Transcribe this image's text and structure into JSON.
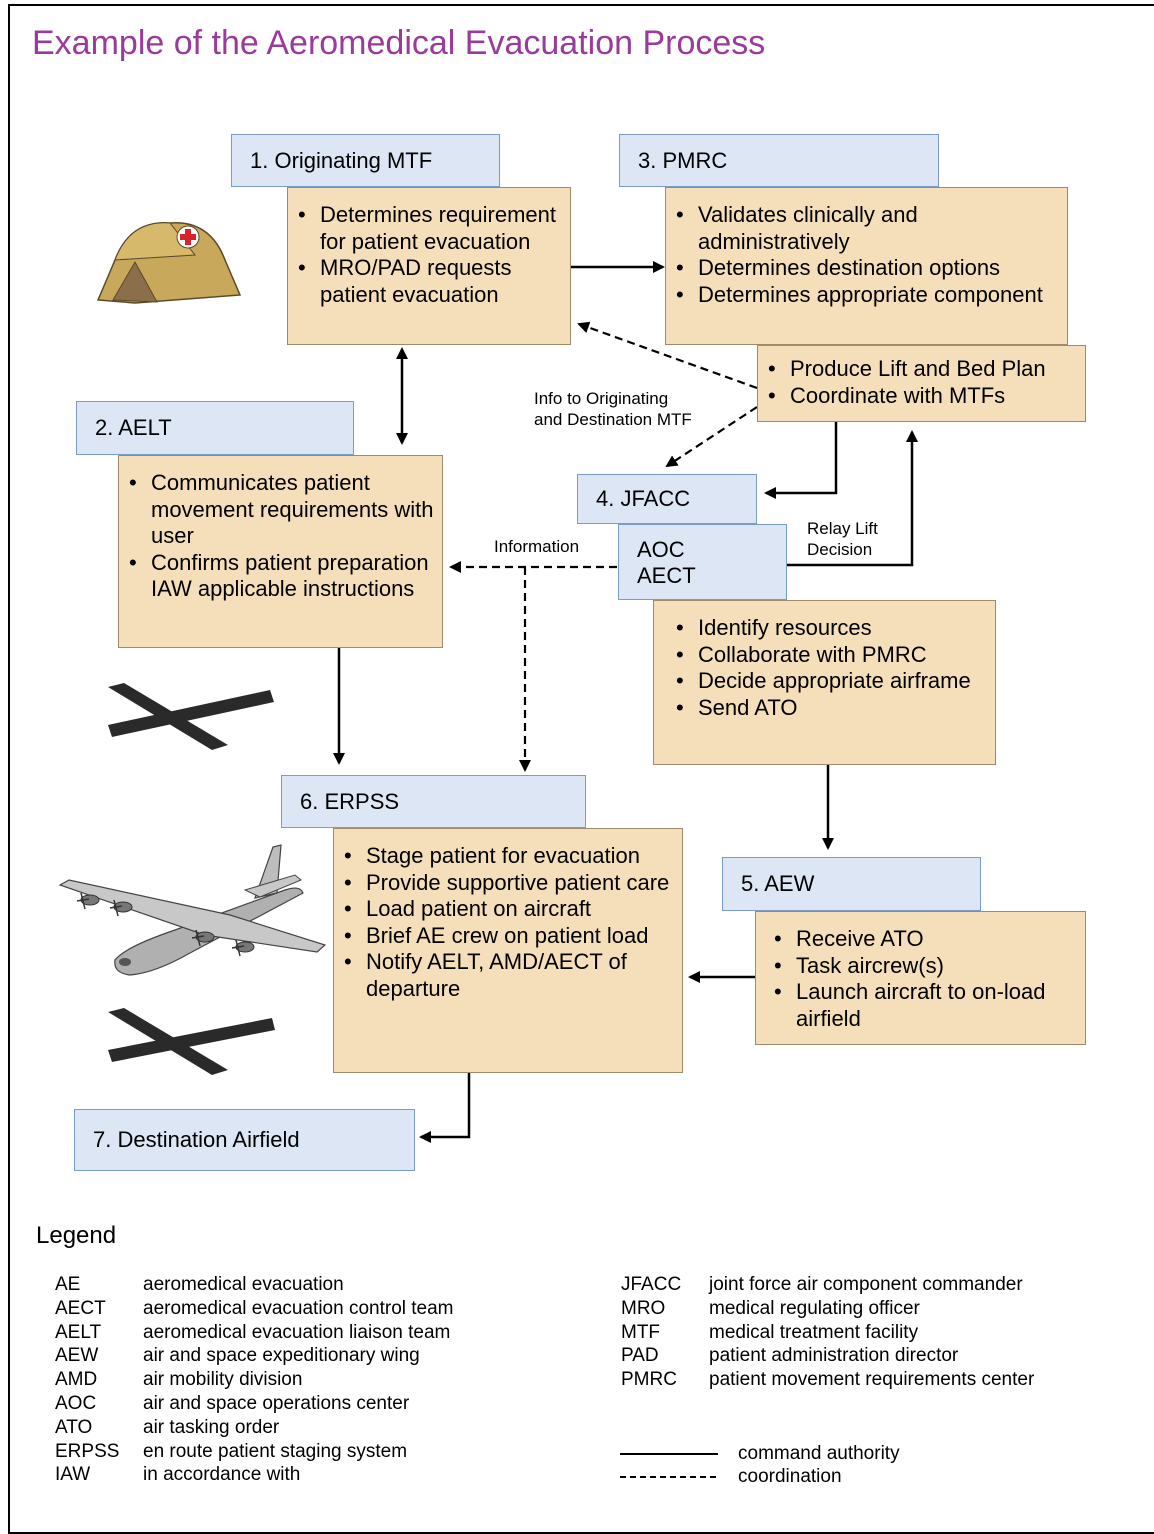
{
  "title": "Example of the Aeromedical Evacuation Process",
  "nodes": {
    "mtf": {
      "label": "1.  Originating MTF",
      "bullets": [
        "Determines requirement for patient evacuation",
        "MRO/PAD requests patient evacuation"
      ]
    },
    "aelt": {
      "label": "2.  AELT",
      "bullets": [
        "Communicates patient movement requirements with user",
        "Confirms patient preparation IAW applicable instructions"
      ]
    },
    "pmrc": {
      "label": "3.  PMRC",
      "bullets": [
        "Validates clinically and administratively",
        "Determines destination options",
        "Determines appropriate component"
      ],
      "plan_bullets": [
        "Produce Lift and Bed Plan",
        "Coordinate with MTFs"
      ]
    },
    "jfacc": {
      "label": "4.  JFACC",
      "sub_line1": "AOC",
      "sub_line2": "AECT",
      "bullets": [
        "Identify resources",
        "Collaborate with PMRC",
        "Decide appropriate airframe",
        "Send ATO"
      ]
    },
    "aew": {
      "label": "5.  AEW",
      "bullets": [
        "Receive ATO",
        "Task aircrew(s)",
        "Launch aircraft to on-load airfield"
      ]
    },
    "erpss": {
      "label": "6.  ERPSS",
      "bullets": [
        "Stage patient for evacuation",
        "Provide supportive patient care",
        "Load patient on aircraft",
        "Brief AE crew on patient load",
        "Notify AELT, AMD/AECT of departure"
      ]
    },
    "dest": {
      "label": "7.  Destination Airfield"
    }
  },
  "edge_labels": {
    "info_to_mtf_line1": "Info to Originating",
    "info_to_mtf_line2": "and Destination MTF",
    "information": "Information",
    "relay_line1": "Relay Lift",
    "relay_line2": "Decision"
  },
  "legend": {
    "title": "Legend",
    "left": [
      {
        "abbr": "AE",
        "def": "aeromedical evacuation"
      },
      {
        "abbr": "AECT",
        "def": "aeromedical evacuation control team"
      },
      {
        "abbr": "AELT",
        "def": "aeromedical evacuation liaison team"
      },
      {
        "abbr": "AEW",
        "def": "air and space expeditionary wing"
      },
      {
        "abbr": "AMD",
        "def": "air mobility division"
      },
      {
        "abbr": "AOC",
        "def": "air and space operations center"
      },
      {
        "abbr": "ATO",
        "def": "air tasking order"
      },
      {
        "abbr": "ERPSS",
        "def": "en route patient staging system"
      },
      {
        "abbr": "IAW",
        "def": "in accordance with"
      }
    ],
    "right": [
      {
        "abbr": "JFACC",
        "def": "joint force air component commander"
      },
      {
        "abbr": "MRO",
        "def": "medical regulating officer"
      },
      {
        "abbr": "MTF",
        "def": "medical treatment facility"
      },
      {
        "abbr": "PAD",
        "def": "patient administration director"
      },
      {
        "abbr": "PMRC",
        "def": "patient movement requirements center"
      }
    ],
    "line_types": [
      {
        "style": "solid",
        "label": "command authority"
      },
      {
        "style": "dashed",
        "label": "coordination"
      }
    ]
  },
  "colors": {
    "title": "#9a3a9a",
    "header_fill": "#dce6f4",
    "header_border": "#7a9ccc",
    "body_fill": "#f5dfba",
    "body_border": "#a08a6a",
    "tent": "#c8a85a",
    "cross": "#d8232a"
  },
  "icons": [
    "tent-icon",
    "runway-icon",
    "aircraft-icon"
  ]
}
